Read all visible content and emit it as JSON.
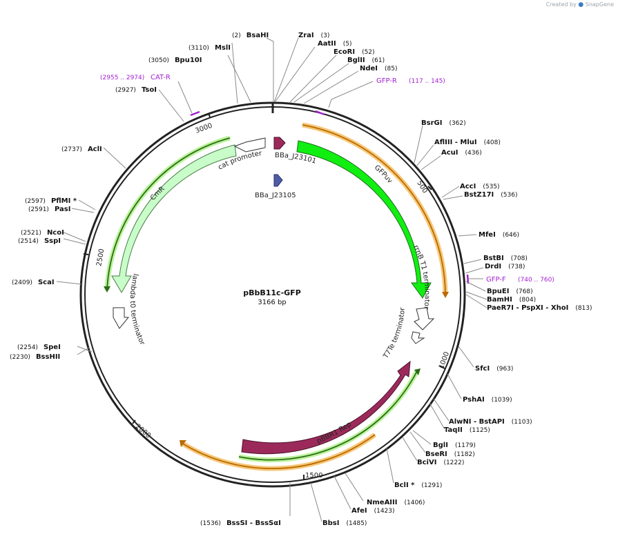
{
  "credit": {
    "text": "Created by",
    "brand": "SnapGene"
  },
  "plasmid": {
    "name": "pBbB11c-GFP",
    "size_label": "3166 bp",
    "length": 3166
  },
  "colors": {
    "backbone": "#222222",
    "gfp": "#11ee11",
    "rep": "#9b2a5b",
    "cmr": "#c8fcc8",
    "promoter_j23101": "#9b2a5b",
    "promoter_j23105": "#4e5ba6",
    "orange_arrow": "#e8a020",
    "green_arrow": "#2e8b1e",
    "primer": "#a21fd0"
  },
  "ticks": [
    "500",
    "1000",
    "1500",
    "2000",
    "2500",
    "3000"
  ],
  "sites": [
    {
      "id": "bsahi",
      "name": "BsaHI",
      "pos": "(2)"
    },
    {
      "id": "zrai",
      "name": "ZraI",
      "pos": "(3)"
    },
    {
      "id": "aatii",
      "name": "AatII",
      "pos": "(5)"
    },
    {
      "id": "ecori",
      "name": "EcoRI",
      "pos": "(52)"
    },
    {
      "id": "bglii",
      "name": "BglII",
      "pos": "(61)"
    },
    {
      "id": "ndei",
      "name": "NdeI",
      "pos": "(85)"
    },
    {
      "id": "bsrgi",
      "name": "BsrGI",
      "pos": "(362)"
    },
    {
      "id": "afliii",
      "name": "AflIII  - MluI",
      "pos": "(408)"
    },
    {
      "id": "acui",
      "name": "AcuI",
      "pos": "(436)"
    },
    {
      "id": "acci",
      "name": "AccI",
      "pos": "(535)"
    },
    {
      "id": "bstz17i",
      "name": "BstZ17I",
      "pos": "(536)"
    },
    {
      "id": "mfei",
      "name": "MfeI",
      "pos": "(646)"
    },
    {
      "id": "bstbi",
      "name": "BstBI",
      "pos": "(708)"
    },
    {
      "id": "drdi",
      "name": "DrdI",
      "pos": "(738)"
    },
    {
      "id": "bpuei",
      "name": "BpuEI",
      "pos": "(768)"
    },
    {
      "id": "bamhi",
      "name": "BamHI",
      "pos": "(804)"
    },
    {
      "id": "paer7i",
      "name": "PaeR7I  - PspXI  - XhoI",
      "pos": "(813)"
    },
    {
      "id": "sfci",
      "name": "SfcI",
      "pos": "(963)"
    },
    {
      "id": "pshai",
      "name": "PshAI",
      "pos": "(1039)"
    },
    {
      "id": "alwni",
      "name": "AlwNI  - BstAPI",
      "pos": "(1103)"
    },
    {
      "id": "taqii",
      "name": "TaqII",
      "pos": "(1125)"
    },
    {
      "id": "bgli",
      "name": "BglI",
      "pos": "(1179)"
    },
    {
      "id": "bseri",
      "name": "BseRI",
      "pos": "(1182)"
    },
    {
      "id": "bcivi",
      "name": "BciVI",
      "pos": "(1222)"
    },
    {
      "id": "bcli",
      "name": "BclI *",
      "pos": "(1291)"
    },
    {
      "id": "nmeaiii",
      "name": "NmeAIII",
      "pos": "(1406)"
    },
    {
      "id": "afei",
      "name": "AfeI",
      "pos": "(1423)"
    },
    {
      "id": "bbsi",
      "name": "BbsI",
      "pos": "(1485)"
    },
    {
      "id": "bsssi",
      "name": "BssSI  - BssSαI",
      "pos": "(1536)"
    },
    {
      "id": "bsshii",
      "name": "BssHII",
      "pos": "(2230)"
    },
    {
      "id": "spei",
      "name": "SpeI",
      "pos": "(2254)"
    },
    {
      "id": "scai",
      "name": "ScaI",
      "pos": "(2409)"
    },
    {
      "id": "sspi",
      "name": "SspI",
      "pos": "(2514)"
    },
    {
      "id": "ncoi",
      "name": "NcoI",
      "pos": "(2521)"
    },
    {
      "id": "pasi",
      "name": "PasI",
      "pos": "(2591)"
    },
    {
      "id": "pflmi",
      "name": "PflMI *",
      "pos": "(2597)"
    },
    {
      "id": "acli",
      "name": "AclI",
      "pos": "(2737)"
    },
    {
      "id": "tsoi",
      "name": "TsoI",
      "pos": "(2927)"
    },
    {
      "id": "bpu10i",
      "name": "Bpu10I",
      "pos": "(3050)"
    },
    {
      "id": "msli",
      "name": "MslI",
      "pos": "(3110)"
    }
  ],
  "primers": [
    {
      "id": "gfp-r",
      "name": "GFP-R",
      "range": "(117 .. 145)"
    },
    {
      "id": "gfp-f",
      "name": "GFP-F",
      "range": "(740 .. 760)"
    },
    {
      "id": "cat-r",
      "name": "CAT-R",
      "range": "(2955 .. 2974)"
    }
  ],
  "features": {
    "gfpuv": "GFPuv",
    "pbbr1_rep": "pBBR1 Rep",
    "cmr": "CmR",
    "cat_promoter": "cat promoter",
    "bba_j23101": "BBa_J23101",
    "bba_j23105": "BBa_J23105",
    "rrnb_t1": "rrnB T1 terminator",
    "t7te": "T7Te terminator",
    "lambda_t0": "lambda t0 terminator"
  }
}
